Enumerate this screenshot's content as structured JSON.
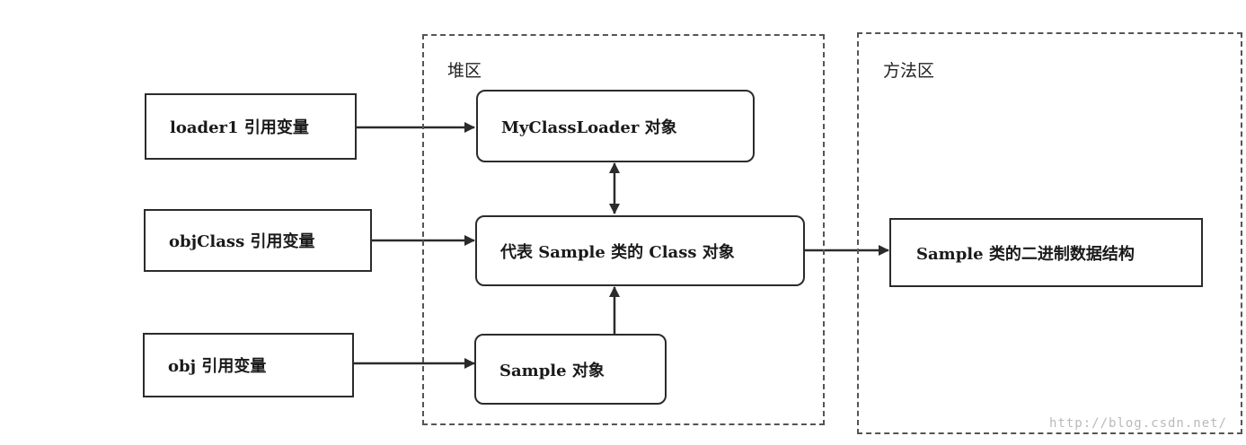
{
  "regions": {
    "heap": {
      "label": "堆区"
    },
    "method_area": {
      "label": "方法区"
    }
  },
  "reference_variables": {
    "loader1": "loader1 引用变量",
    "objClass": "objClass 引用变量",
    "obj": "obj 引用变量"
  },
  "heap_objects": {
    "classloader": "MyClassLoader 对象",
    "class_object": "代表 Sample 类的 Class 对象",
    "sample_object": "Sample 对象"
  },
  "method_area_items": {
    "binary_structure": "Sample 类的二进制数据结构"
  },
  "watermark": "http://blog.csdn.net/"
}
